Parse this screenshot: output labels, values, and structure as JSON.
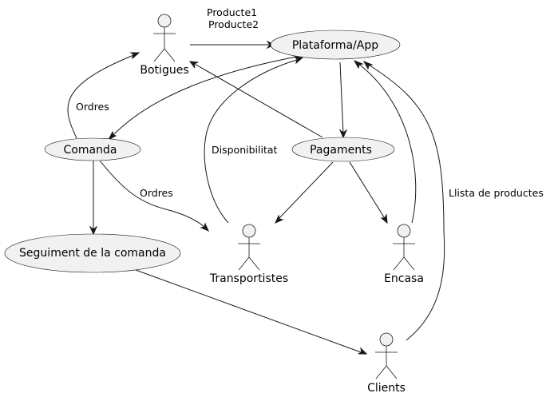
{
  "nodes": {
    "plataforma": {
      "label": "Plataforma/App"
    },
    "comanda": {
      "label": "Comanda"
    },
    "pagaments": {
      "label": "Pagaments"
    },
    "seguiment": {
      "label": "Seguiment de la comanda"
    },
    "botigues": {
      "label": "Botigues"
    },
    "transportistes": {
      "label": "Transportistes"
    },
    "encasa": {
      "label": "Encasa"
    },
    "clients": {
      "label": "Clients"
    }
  },
  "edges": [
    {
      "from": "botigues",
      "to": "plataforma",
      "labels": [
        "Producte1",
        "Producte2"
      ]
    },
    {
      "from": "plataforma",
      "to": "comanda",
      "labels": []
    },
    {
      "from": "comanda",
      "to": "botigues",
      "labels": [
        "Ordres"
      ]
    },
    {
      "from": "plataforma",
      "to": "pagaments",
      "labels": []
    },
    {
      "from": "pagaments",
      "to": "botigues",
      "labels": []
    },
    {
      "from": "comanda",
      "to": "seguiment",
      "labels": []
    },
    {
      "from": "comanda",
      "to": "transportistes",
      "labels": [
        "Ordres"
      ]
    },
    {
      "from": "transportistes",
      "to": "plataforma",
      "labels": [
        "Disponibilitat"
      ]
    },
    {
      "from": "pagaments",
      "to": "transportistes",
      "labels": []
    },
    {
      "from": "pagaments",
      "to": "encasa",
      "labels": []
    },
    {
      "from": "encasa",
      "to": "plataforma",
      "labels": []
    },
    {
      "from": "clients",
      "to": "plataforma",
      "labels": [
        "Llista de productes"
      ]
    },
    {
      "from": "seguiment",
      "to": "clients",
      "labels": []
    }
  ]
}
